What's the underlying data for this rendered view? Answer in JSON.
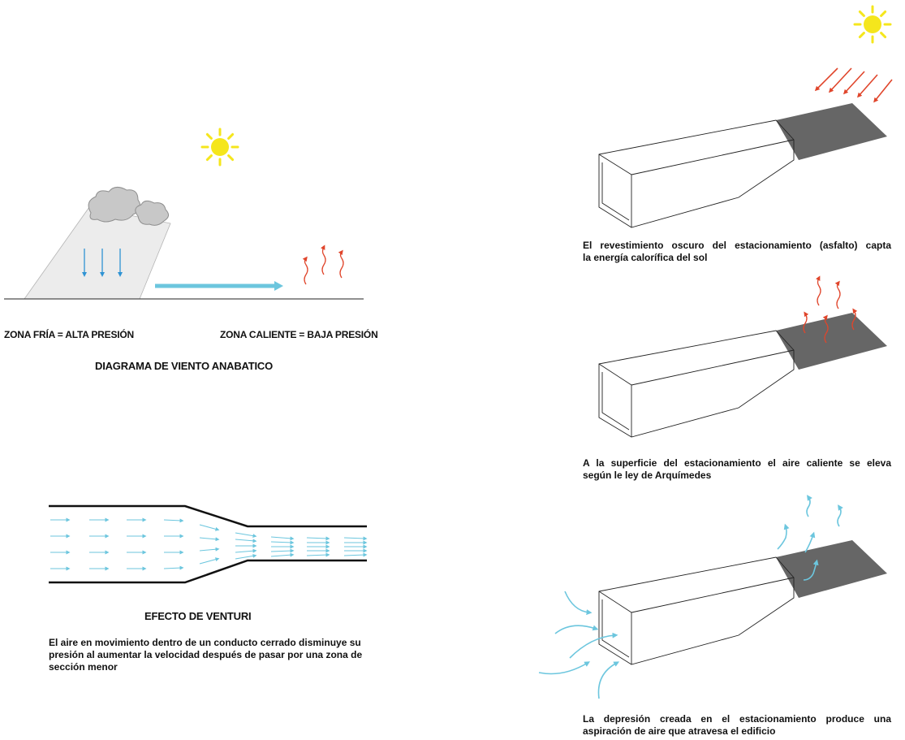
{
  "anabatic": {
    "label_cold": "ZONA FRÍA = ALTA PRESIÓN",
    "label_hot": "ZONA CALIENTE = BAJA PRESIÓN",
    "title": "DIAGRAMA DE VIENTO ANABATICO"
  },
  "venturi": {
    "title": "EFECTO DE VENTURI",
    "description": "El aire en movimiento dentro de un conducto cerrado disminuye su presión al aumentar la velocidad después de pasar por una zona de sección menor"
  },
  "panels": [
    {
      "caption_line1": "El revestimiento oscuro del estacionamiento (asfalto) capta",
      "caption_line2": "la energía calorífica del sol"
    },
    {
      "caption_line1": "A la superficie del estacionamiento el aire caliente se eleva",
      "caption_line2": "según le ley de Arquímedes"
    },
    {
      "caption_line1": "La depresión creada en el estacionamiento produce una",
      "caption_line2": "aspiración de aire que atravesa el edificio"
    }
  ],
  "colors": {
    "sun": "#f5e61c",
    "hot_air": "#e0452b",
    "cold_air": "#2f93d3",
    "flow": "#6cc6de",
    "asphalt": "#666666",
    "cloud": "#c8c8c8",
    "mountain": "#ececec"
  }
}
